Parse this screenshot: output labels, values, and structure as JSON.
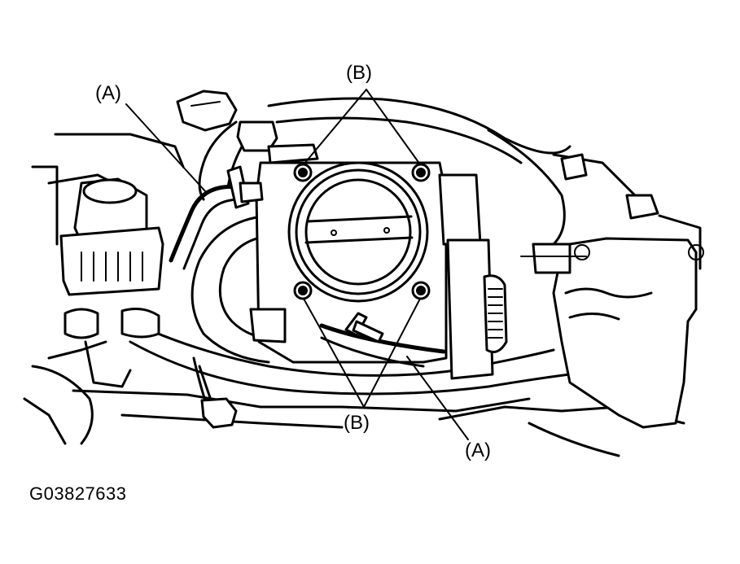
{
  "labels": {
    "a_top": "(A)",
    "a_bottom": "(A)",
    "b_top": "(B)",
    "b_bottom": "(B)"
  },
  "figure_id": "G03827633"
}
